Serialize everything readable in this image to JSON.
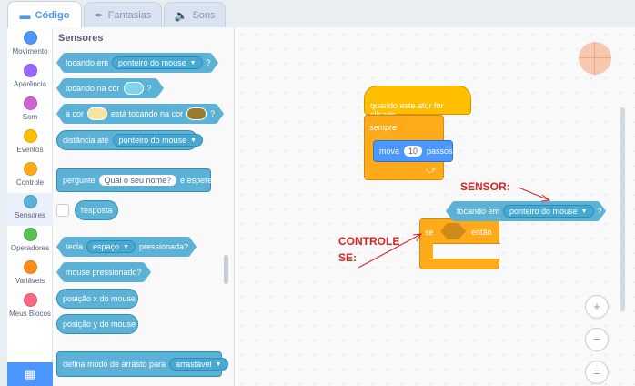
{
  "tabs": [
    {
      "label": "Código",
      "icon": "code-icon"
    },
    {
      "label": "Fantasias",
      "icon": "brush-icon"
    },
    {
      "label": "Sons",
      "icon": "speaker-icon"
    }
  ],
  "categories": [
    {
      "label": "Movimento",
      "color": "#4c97ff"
    },
    {
      "label": "Aparência",
      "color": "#9966ff"
    },
    {
      "label": "Som",
      "color": "#cf63cf"
    },
    {
      "label": "Eventos",
      "color": "#ffbf00"
    },
    {
      "label": "Controle",
      "color": "#ffab19"
    },
    {
      "label": "Sensores",
      "color": "#5cb1d6"
    },
    {
      "label": "Operadores",
      "color": "#59c059"
    },
    {
      "label": "Variáveis",
      "color": "#ff8c1a"
    },
    {
      "label": "Meus Blocos",
      "color": "#ff6680"
    }
  ],
  "palette": {
    "title": "Sensores",
    "touching": {
      "label": "tocando em",
      "dropdown": "ponteiro do mouse",
      "q": "?"
    },
    "touching_color": {
      "label": "tocando na cor",
      "q": "?"
    },
    "color_touching": {
      "a": "a cor",
      "b": "está tocando na cor",
      "q": "?"
    },
    "distance": {
      "label": "distância até",
      "dropdown": "ponteiro do mouse"
    },
    "ask": {
      "label": "pergunte",
      "input": "Qual o seu nome?",
      "suffix": "e espere"
    },
    "answer": {
      "label": "resposta"
    },
    "key": {
      "label": "tecla",
      "dropdown": "espaço",
      "suffix": "pressionada?"
    },
    "mouse_down": {
      "label": "mouse pressionado?"
    },
    "mouse_x": {
      "label": "posição x do mouse"
    },
    "mouse_y": {
      "label": "posição y do mouse"
    },
    "drag": {
      "label": "defina modo de arrasto para",
      "dropdown": "arrastável"
    }
  },
  "script": {
    "hat": "quando este ator for clicado",
    "forever": "sempre",
    "move": {
      "label": "mova",
      "value": "10",
      "suffix": "passos"
    },
    "if_label": "se",
    "then_label": "então",
    "sensor_block": {
      "label": "tocando em",
      "dropdown": "ponteiro do mouse",
      "q": "?"
    }
  },
  "annotations": {
    "sensor": "SENSOR:",
    "controle": "CONTROLE",
    "se": "SE:"
  },
  "zoom": {
    "in": "+",
    "out": "−",
    "reset": "="
  }
}
